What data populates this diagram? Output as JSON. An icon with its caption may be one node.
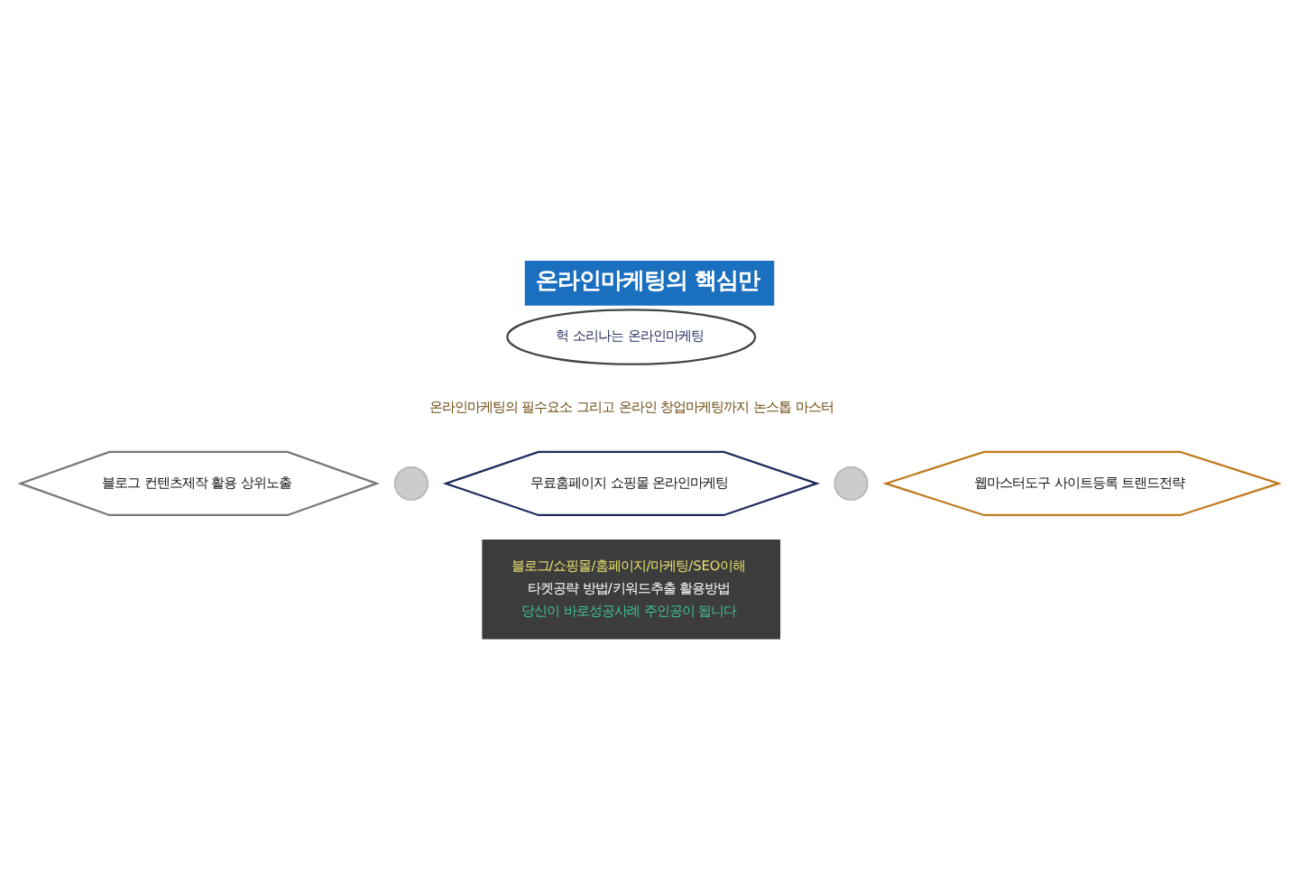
{
  "diagram": {
    "title": "온라인마케팅의 핵심만",
    "nodes": [
      {
        "text": [
          "헉 소리나는 온라인마케팅"
        ]
      },
      {
        "text": [
          "블로그 컨텐츠제작 활용 상위노출"
        ]
      },
      {
        "text": [],
        "shape": "circle"
      },
      {
        "text": [
          "무료홈페이지 쇼핑몰 온라인마케팅"
        ]
      },
      {
        "text": [],
        "shape": "circle"
      },
      {
        "text": [
          "웹마스터도구 사이트등록 트랜드전략"
        ]
      },
      {
        "text": [
          "블로그/쇼핑몰/홈페이지/마케팅/SEO이해",
          "타켓공략 방법/키워드추출 활용방법",
          "당신이 바로성공사례 주인공이 됩니다"
        ]
      }
    ],
    "labels": [
      "온라인마케팅의 필수요소 그리고 온라인 창업마케팅까지 논스톱 마스터"
    ]
  }
}
